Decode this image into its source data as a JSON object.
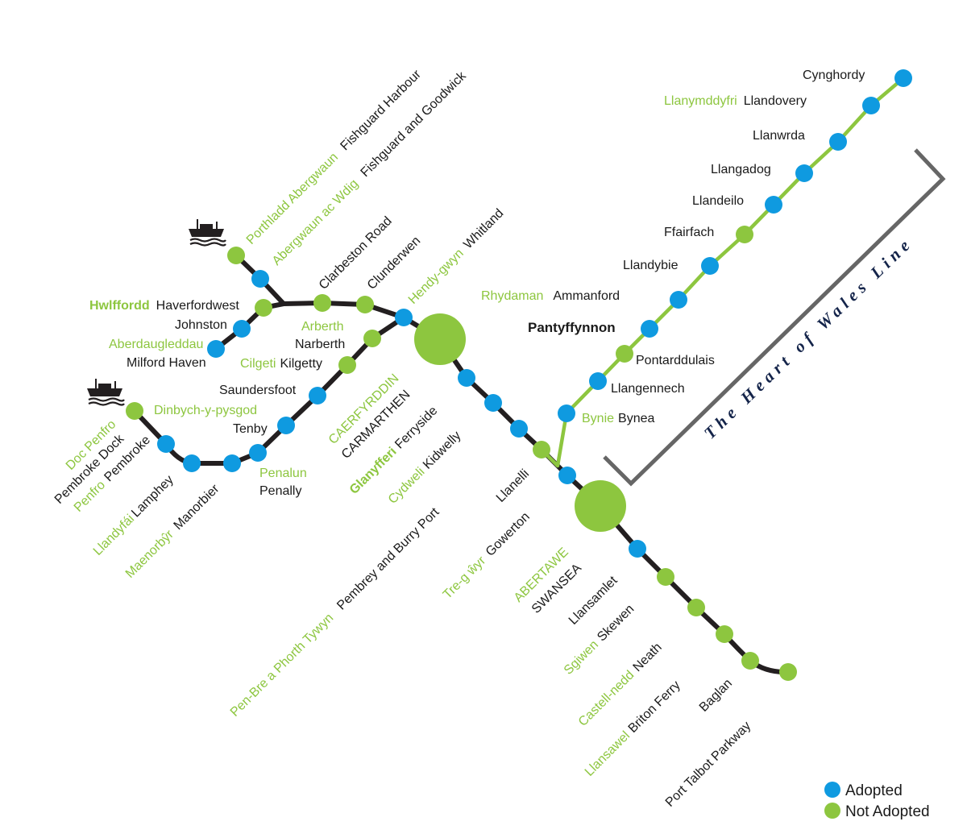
{
  "title_bracket": "The Heart of Wales Line",
  "colors": {
    "adopted": "#0f9ae0",
    "not_adopted": "#8dc63f",
    "track_main": "#231f20",
    "track_how": "#8dc63f",
    "bracket": "#666666",
    "title": "#14244a"
  },
  "legend": {
    "adopted": "Adopted",
    "not_adopted": "Not Adopted"
  },
  "icons": {
    "ferry_fishguard": "ship-icon",
    "ferry_pembroke": "ship-icon"
  },
  "stations": [
    {
      "id": "fishguard-harbour",
      "welsh": "Porthladd Abergwaun",
      "english": "Fishguard Harbour",
      "status": "not_adopted"
    },
    {
      "id": "fishguard-goodwick",
      "welsh": "Abergwaun ac Wdig",
      "english": "Fishguard and Goodwick",
      "status": "adopted"
    },
    {
      "id": "haverfordwest",
      "welsh": "Hwlffordd",
      "english": "Haverfordwest",
      "status": "not_adopted"
    },
    {
      "id": "johnston",
      "welsh": "",
      "english": "Johnston",
      "status": "adopted"
    },
    {
      "id": "milford-haven",
      "welsh": "Aberdaugleddau",
      "english": "Milford Haven",
      "status": "adopted"
    },
    {
      "id": "clarbeston-road",
      "welsh": "",
      "english": "Clarbeston Road",
      "status": "not_adopted"
    },
    {
      "id": "clunderwen",
      "welsh": "",
      "english": "Clunderwen",
      "status": "not_adopted"
    },
    {
      "id": "whitland",
      "welsh": "Hendy-gwyn",
      "english": "Whitland",
      "status": "adopted"
    },
    {
      "id": "narberth",
      "welsh": "Arberth",
      "english": "Narberth",
      "status": "not_adopted"
    },
    {
      "id": "kilgetty",
      "welsh": "Cilgeti",
      "english": "Kilgetty",
      "status": "not_adopted"
    },
    {
      "id": "saundersfoot",
      "welsh": "",
      "english": "Saundersfoot",
      "status": "adopted"
    },
    {
      "id": "tenby",
      "welsh": "Dinbych-y-pysgod",
      "english": "Tenby",
      "status": "adopted"
    },
    {
      "id": "penally",
      "welsh": "Penalun",
      "english": "Penally",
      "status": "adopted"
    },
    {
      "id": "manorbier",
      "welsh": "Maenorbŷr",
      "english": "Manorbier",
      "status": "adopted"
    },
    {
      "id": "lamphey",
      "welsh": "Llandyfái",
      "english": "Lamphey",
      "status": "adopted"
    },
    {
      "id": "pembroke",
      "welsh": "Penfro",
      "english": "Pembroke",
      "status": "adopted"
    },
    {
      "id": "pembroke-dock",
      "welsh": "Doc Penfro",
      "english": "Pembroke Dock",
      "status": "not_adopted"
    },
    {
      "id": "carmarthen",
      "welsh": "CAERFYRDDIN",
      "english": "CARMARTHEN",
      "status": "not_adopted"
    },
    {
      "id": "ferryside",
      "welsh": "Glanyfferi",
      "english": "Ferryside",
      "status": "adopted"
    },
    {
      "id": "kidwelly",
      "welsh": "Cydweli",
      "english": "Kidwelly",
      "status": "adopted"
    },
    {
      "id": "pembrey",
      "welsh": "Pen-Bre a Phorth Tywyn",
      "english": "Pembrey and Burry Port",
      "status": "adopted"
    },
    {
      "id": "llanelli",
      "welsh": "",
      "english": "Llanelli",
      "status": "not_adopted"
    },
    {
      "id": "gowerton",
      "welsh": "Tre-g ŵyr",
      "english": "Gowerton",
      "status": "adopted"
    },
    {
      "id": "swansea",
      "welsh": "ABERTAWE",
      "english": "SWANSEA",
      "status": "not_adopted"
    },
    {
      "id": "llansamlet",
      "welsh": "",
      "english": "Llansamlet",
      "status": "adopted"
    },
    {
      "id": "skewen",
      "welsh": "Sgiwen",
      "english": "Skewen",
      "status": "not_adopted"
    },
    {
      "id": "neath",
      "welsh": "Castell-nedd",
      "english": "Neath",
      "status": "not_adopted"
    },
    {
      "id": "briton-ferry",
      "welsh": "Llansawel",
      "english": "Briton Ferry",
      "status": "not_adopted"
    },
    {
      "id": "baglan",
      "welsh": "",
      "english": "Baglan",
      "status": "not_adopted"
    },
    {
      "id": "port-talbot",
      "welsh": "",
      "english": "Port Talbot Parkway",
      "status": "not_adopted"
    },
    {
      "id": "bynea",
      "welsh": "Bynie",
      "english": "Bynea",
      "status": "adopted"
    },
    {
      "id": "llangennech",
      "welsh": "",
      "english": "Llangennech",
      "status": "adopted"
    },
    {
      "id": "pontarddulais",
      "welsh": "",
      "english": "Pontarddulais",
      "status": "not_adopted"
    },
    {
      "id": "pantyffynnon",
      "welsh": "",
      "english": "Pantyffynnon",
      "status": "adopted"
    },
    {
      "id": "ammanford",
      "welsh": "Rhydaman",
      "english": "Ammanford",
      "status": "adopted"
    },
    {
      "id": "llandybie",
      "welsh": "",
      "english": "Llandybie",
      "status": "adopted"
    },
    {
      "id": "ffairfach",
      "welsh": "",
      "english": "Ffairfach",
      "status": "not_adopted"
    },
    {
      "id": "llandeilo",
      "welsh": "",
      "english": "Llandeilo",
      "status": "adopted"
    },
    {
      "id": "llangadog",
      "welsh": "",
      "english": "Llangadog",
      "status": "adopted"
    },
    {
      "id": "llanwrda",
      "welsh": "",
      "english": "Llanwrda",
      "status": "adopted"
    },
    {
      "id": "llandovery",
      "welsh": "Llanymddyfri",
      "english": "Llandovery",
      "status": "adopted"
    },
    {
      "id": "cynghordy",
      "welsh": "",
      "english": "Cynghordy",
      "status": "adopted"
    }
  ]
}
